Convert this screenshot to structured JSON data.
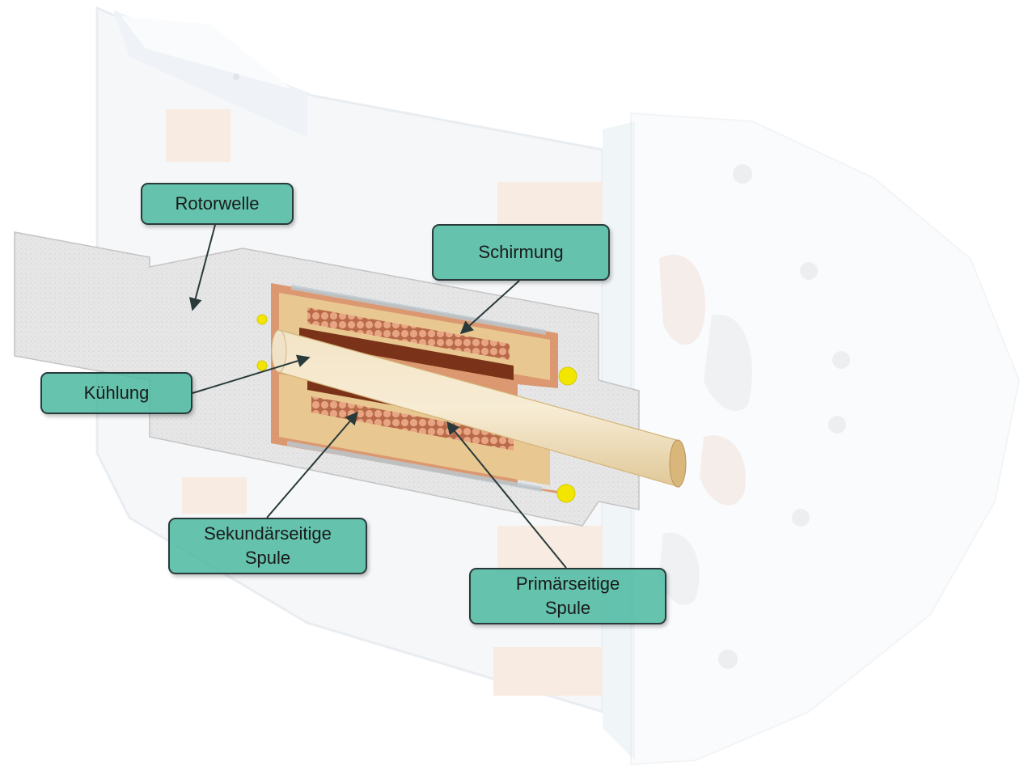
{
  "labels": {
    "rotorwelle": "Rotorwelle",
    "schirmung": "Schirmung",
    "kuehlung": "Kühlung",
    "sekundaer_1": "Sekundärseitige",
    "sekundaer_2": "Spule",
    "primaer_1": "Primärseitige",
    "primaer_2": "Spule"
  },
  "colors": {
    "label_fill": "#4ab8a0",
    "label_border": "#2a3a3a",
    "copper": "#d98a5a",
    "brass": "#e8c890",
    "bearing_ball": "#f2e600"
  }
}
